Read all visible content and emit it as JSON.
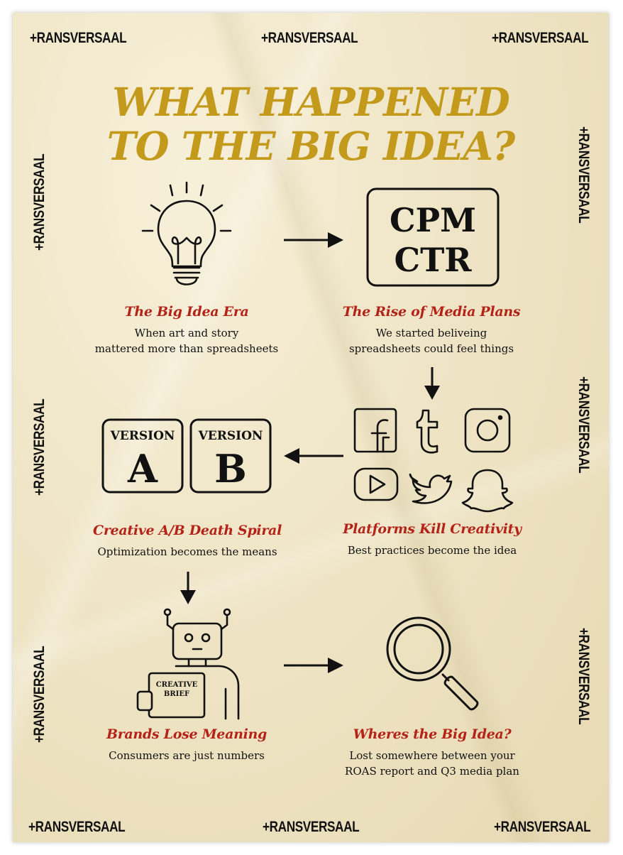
{
  "watermark": "+RANSVERSAAL",
  "title": {
    "line1": "WHAT HAPPENED",
    "line2": "TO THE BIG IDEA?"
  },
  "metrics_card": {
    "line1": "CPM",
    "line2": "CTR"
  },
  "version_cards": [
    {
      "label": "VERSION",
      "letter": "A"
    },
    {
      "label": "VERSION",
      "letter": "B"
    }
  ],
  "robot_brief": {
    "line1": "CREATIVE",
    "line2": "BRIEF"
  },
  "steps": [
    {
      "heading": "The Big Idea Era",
      "line1": "When art and story",
      "line2": "mattered more than spreadsheets"
    },
    {
      "heading": "The Rise of Media Plans",
      "line1": "We started beliveing",
      "line2": "spreadsheets could feel things"
    },
    {
      "heading": "Creative A/B Death Spiral",
      "line1": "Optimization becomes the means",
      "line2": ""
    },
    {
      "heading": "Platforms Kill Creativity",
      "line1": "Best practices become the idea",
      "line2": ""
    },
    {
      "heading": "Brands Lose Meaning",
      "line1": "Consumers are just numbers",
      "line2": ""
    },
    {
      "heading": "Wheres the Big Idea?",
      "line1": "Lost somewhere between your",
      "line2": "ROAS report and Q3 media plan"
    }
  ],
  "icons": {
    "lightbulb": "lightbulb-icon",
    "platforms": [
      "facebook-icon",
      "tumblr-icon",
      "instagram-icon",
      "youtube-icon",
      "twitter-icon",
      "snapchat-icon"
    ],
    "robot": "robot-icon",
    "magnifier": "magnifying-glass-icon"
  },
  "colors": {
    "title": "#c49a1c",
    "heading": "#b42318",
    "ink": "#111111",
    "paper": "#efe5c6"
  }
}
